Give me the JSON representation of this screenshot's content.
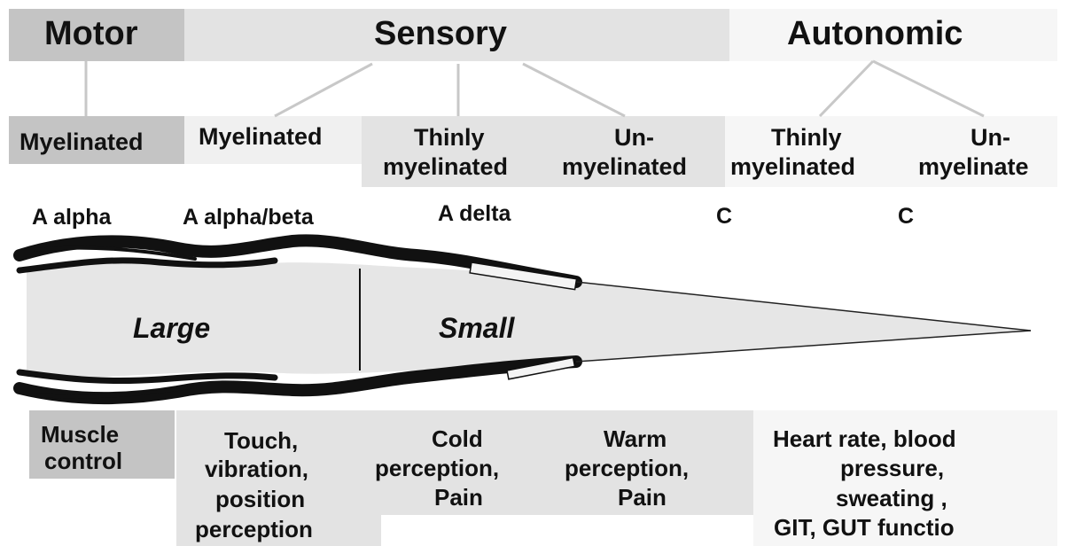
{
  "headers": {
    "motor": "Motor",
    "sensory": "Sensory",
    "autonomic": "Autonomic"
  },
  "subtypes": {
    "motor_myelinated": "Myelinated",
    "sensory_myelinated": "Myelinated",
    "sensory_thin_1": "Thinly",
    "sensory_thin_2": "myelinated",
    "sensory_un_1": "Un-",
    "sensory_un_2": "myelinated",
    "auto_thin_1": "Thinly",
    "auto_thin_2": "myelinated",
    "auto_un_1": "Un-",
    "auto_un_2": "myelinate"
  },
  "fiber_types": {
    "a_alpha": "A alpha",
    "a_alpha_beta": "A alpha/beta",
    "a_delta": "A delta",
    "c_sensory": "C",
    "c_autonomic": "C"
  },
  "sizes": {
    "large": "Large",
    "small": "Small"
  },
  "functions": {
    "muscle_1": "Muscle",
    "muscle_2": "control",
    "touch_1": "Touch,",
    "touch_2": "vibration,",
    "touch_3": "position",
    "touch_4": "perception",
    "cold_1": "Cold",
    "cold_2": "perception,",
    "cold_3": "Pain",
    "warm_1": "Warm",
    "warm_2": "perception,",
    "warm_3": "Pain",
    "auto_1": "Heart rate, blood",
    "auto_2": "pressure,",
    "auto_3": "sweating ,",
    "auto_4": "GIT, GUT functio"
  },
  "colors": {
    "dark_box": "#c4c4c4",
    "mid_box": "#e3e3e3",
    "light_box": "#f6f6f6",
    "axon_fill": "#e6e6e6",
    "myelin": "#111111"
  }
}
